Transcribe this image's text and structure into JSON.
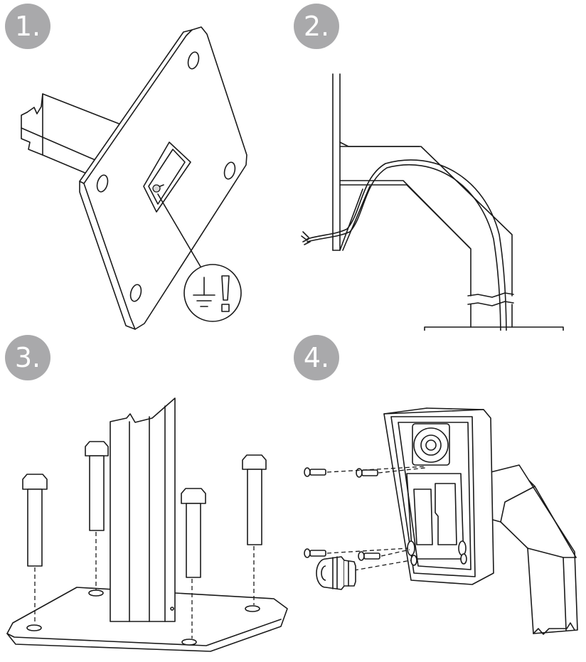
{
  "steps": [
    {
      "label": "1."
    },
    {
      "label": "2."
    },
    {
      "label": "3."
    },
    {
      "label": "4."
    }
  ],
  "colors": {
    "badge": "#a9a9ab",
    "badge_text": "#ffffff",
    "line": "#1a1a1a"
  },
  "icons": [
    "ground-symbol",
    "exclamation-mark"
  ]
}
